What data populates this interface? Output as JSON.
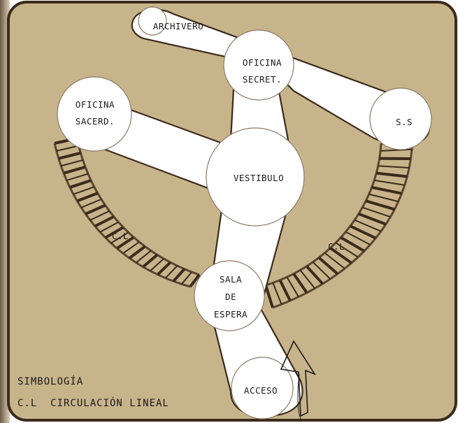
{
  "colors": {
    "background": "#c8b48a",
    "frame": "#3b2a1c",
    "space_fill": "#ffffff",
    "ink": "#1a1a1a"
  },
  "nodes": {
    "archivero": "ARCHIVERO",
    "oficina_secret_1": "OFICINA",
    "oficina_secret_2": "SECRET.",
    "ss": "S.S",
    "oficina_sacerd_1": "OFICINA",
    "oficina_sacerd_2": "SACERD.",
    "vestibulo": "VESTIBULO",
    "sala_1": "SALA",
    "sala_2": "DE",
    "sala_3": "ESPERA",
    "acceso": "ACCESO"
  },
  "circulation_labels": {
    "left": "C.L",
    "right": "C.L"
  },
  "legend": {
    "title": "SIMBOLOGÍA",
    "item": "C.L  CIRCULACIÓN LINEAL"
  },
  "icons": {
    "entry": "entry-arrow-icon"
  }
}
